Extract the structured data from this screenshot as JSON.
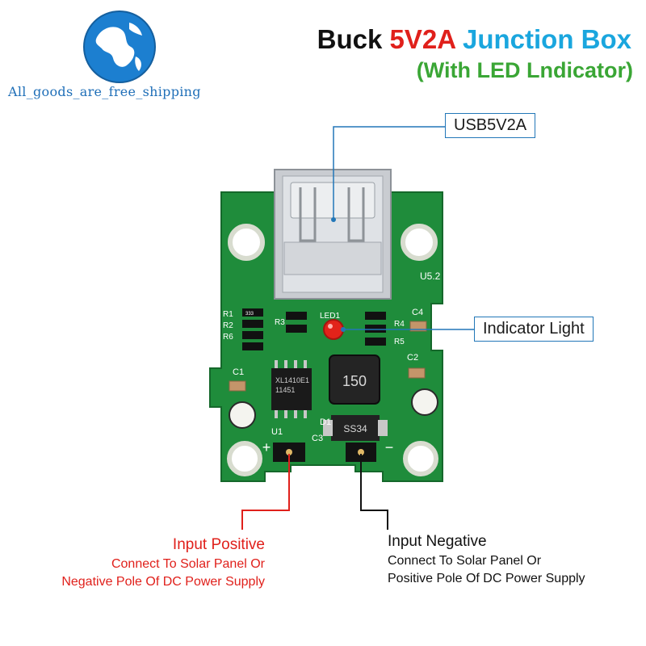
{
  "logo": {
    "text": "All_goods_are_free_shipping"
  },
  "title": {
    "part1": "Buck",
    "part2": "5V2A",
    "part3": "Junction Box"
  },
  "subtitle": "(With LED Lndicator)",
  "callouts": {
    "usb": "USB5V2A",
    "indicator": "Indicator Light"
  },
  "input_positive": {
    "heading": "Input Positive",
    "line1": "Connect To Solar Panel Or",
    "line2": "Negative Pole Of DC Power Supply"
  },
  "input_negative": {
    "heading": "Input Negative",
    "line1": "Connect To Solar Panel Or",
    "line2": "Positive Pole Of DC Power Supply"
  },
  "board_markings": {
    "inductor": "150",
    "chip": "XL1410E1",
    "chip_code": "11451",
    "diode": "SS34",
    "plus": "+",
    "minus": "−",
    "usb_mark": "U5.2",
    "led": "LED1",
    "u1": "U1",
    "d1": "D1",
    "c1": "C1",
    "c2": "C2",
    "c3": "C3",
    "c4": "C4",
    "r1": "R1",
    "r2": "R2",
    "r3": "R3",
    "r4": "R4",
    "r5": "R5",
    "r6": "R6",
    "res_code": "333"
  },
  "colors": {
    "pcb": "#1e8a3a",
    "pcb_dark": "#15682b",
    "callout_line": "#2277b8",
    "positive_line": "#e0201b",
    "negative_line": "#111111"
  }
}
